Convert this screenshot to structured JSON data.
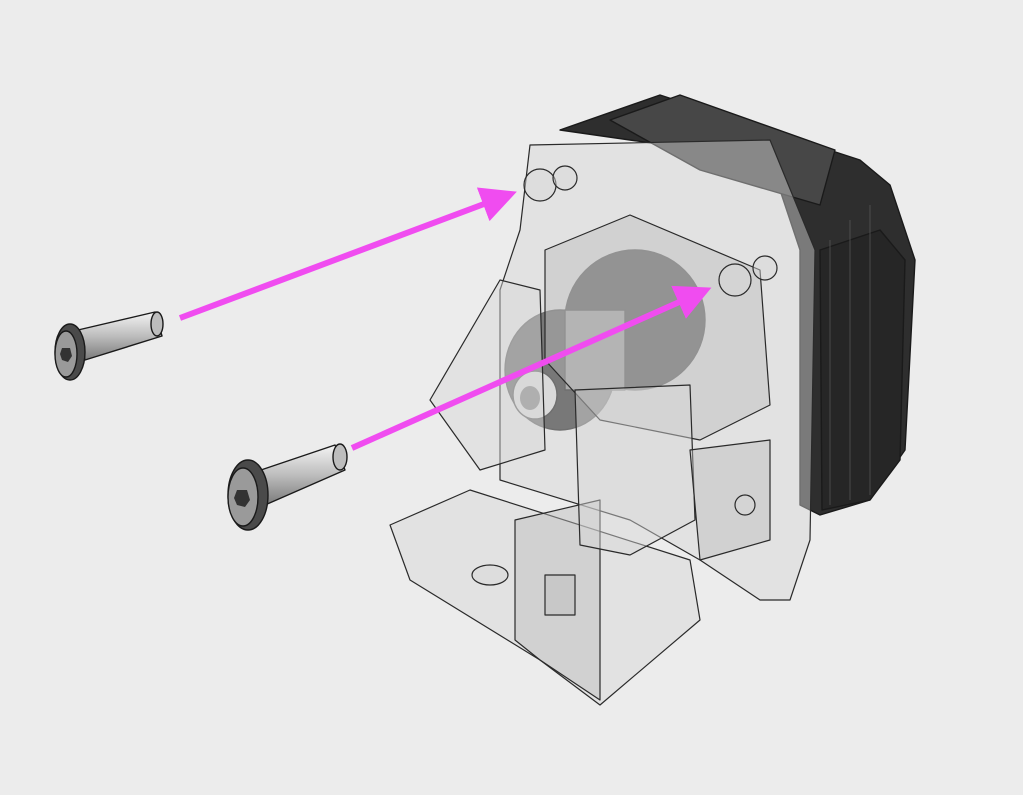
{
  "diagram": {
    "kind": "exploded-assembly",
    "parts": [
      "stepper-motor",
      "transparent-housing",
      "pulley",
      "screw",
      "screw"
    ],
    "arrow_count": 2
  },
  "colors": {
    "background": "#ececec",
    "arrow": "#f04cf0",
    "motor": "#3a3a3a",
    "housing": "#d8d8d8",
    "screw": "#bdbdbd"
  },
  "icons": [
    "arrow-icon",
    "screw-icon"
  ]
}
